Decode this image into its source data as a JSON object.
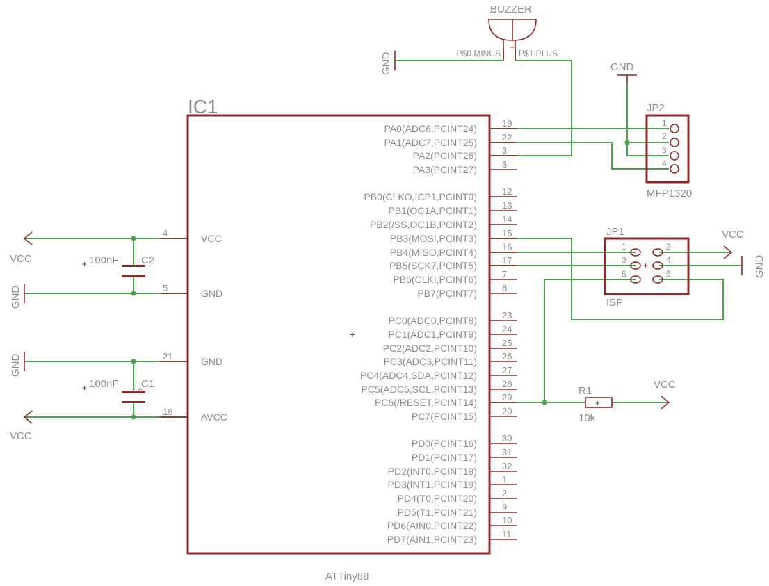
{
  "ic1": {
    "name": "IC1",
    "value": "ATTiny88",
    "right_pins": [
      {
        "label": "PA0(ADC6,PCINT24)",
        "num": "19"
      },
      {
        "label": "PA1(ADC7,PCINT25)",
        "num": "22"
      },
      {
        "label": "PA2(PCINT26)",
        "num": "3"
      },
      {
        "label": "PA3(PCINT27)",
        "num": "6"
      },
      {
        "label": "PB0(CLKO,ICP1,PCINT0)",
        "num": "12"
      },
      {
        "label": "PB1(OC1A,PCINT1)",
        "num": "13"
      },
      {
        "label": "PB2(/SS,OC1B,PCINT2)",
        "num": "14"
      },
      {
        "label": "PB3(MOSI,PCINT3)",
        "num": "15"
      },
      {
        "label": "PB4(MISO,PCINT4)",
        "num": "16"
      },
      {
        "label": "PB5(SCK7,PCINT5)",
        "num": "17"
      },
      {
        "label": "PB6(CLKI,PCINT6)",
        "num": "7"
      },
      {
        "label": "PB7(PCINT7)",
        "num": "8"
      },
      {
        "label": "PC0(ADC0,PCINT8)",
        "num": "23"
      },
      {
        "label": "PC1(ADC1,PCINT9)",
        "num": "24"
      },
      {
        "label": "PC2(ADC2,PCINT10)",
        "num": "25"
      },
      {
        "label": "PC3(ADC3,PCINT11)",
        "num": "26"
      },
      {
        "label": "PC4(ADC4,SDA,PCINT12)",
        "num": "27"
      },
      {
        "label": "PC5(ADC5,SCL,PCINT13)",
        "num": "28"
      },
      {
        "label": "PC6(/RESET,PCINT14)",
        "num": "29"
      },
      {
        "label": "PC7(PCINT15)",
        "num": "20"
      },
      {
        "label": "PD0(PCINT16)",
        "num": "30"
      },
      {
        "label": "PD1(PCINT17)",
        "num": "31"
      },
      {
        "label": "PD2(INT0,PCINT18)",
        "num": "32"
      },
      {
        "label": "PD3(INT1,PCINT19)",
        "num": "1"
      },
      {
        "label": "PD4(T0,PCINT20)",
        "num": "2"
      },
      {
        "label": "PD5(T1,PCINT21)",
        "num": "9"
      },
      {
        "label": "PD6(AIN0,PCINT22)",
        "num": "10"
      },
      {
        "label": "PD7(AIN1,PCINT23)",
        "num": "11"
      }
    ],
    "left_pins": [
      {
        "label": "VCC",
        "num": "4"
      },
      {
        "label": "GND",
        "num": "5"
      },
      {
        "label": "GND",
        "num": "21"
      },
      {
        "label": "AVCC",
        "num": "18"
      }
    ]
  },
  "buzzer": {
    "name": "BUZZER",
    "pin_minus": "P$0.MINUS",
    "pin_plus": "P$1.PLUS"
  },
  "jp2": {
    "name": "JP2",
    "value": "MFP1320",
    "pins": [
      "1",
      "2",
      "3",
      "4"
    ]
  },
  "jp1": {
    "name": "JP1",
    "value": "ISP",
    "pins": [
      "1",
      "2",
      "3",
      "4",
      "5",
      "6"
    ]
  },
  "c1": {
    "name": "C1",
    "value": "100nF"
  },
  "c2": {
    "name": "C2",
    "value": "100nF"
  },
  "r1": {
    "name": "R1",
    "value": "10k"
  },
  "supplies": {
    "vcc": "VCC",
    "gnd": "GND"
  }
}
